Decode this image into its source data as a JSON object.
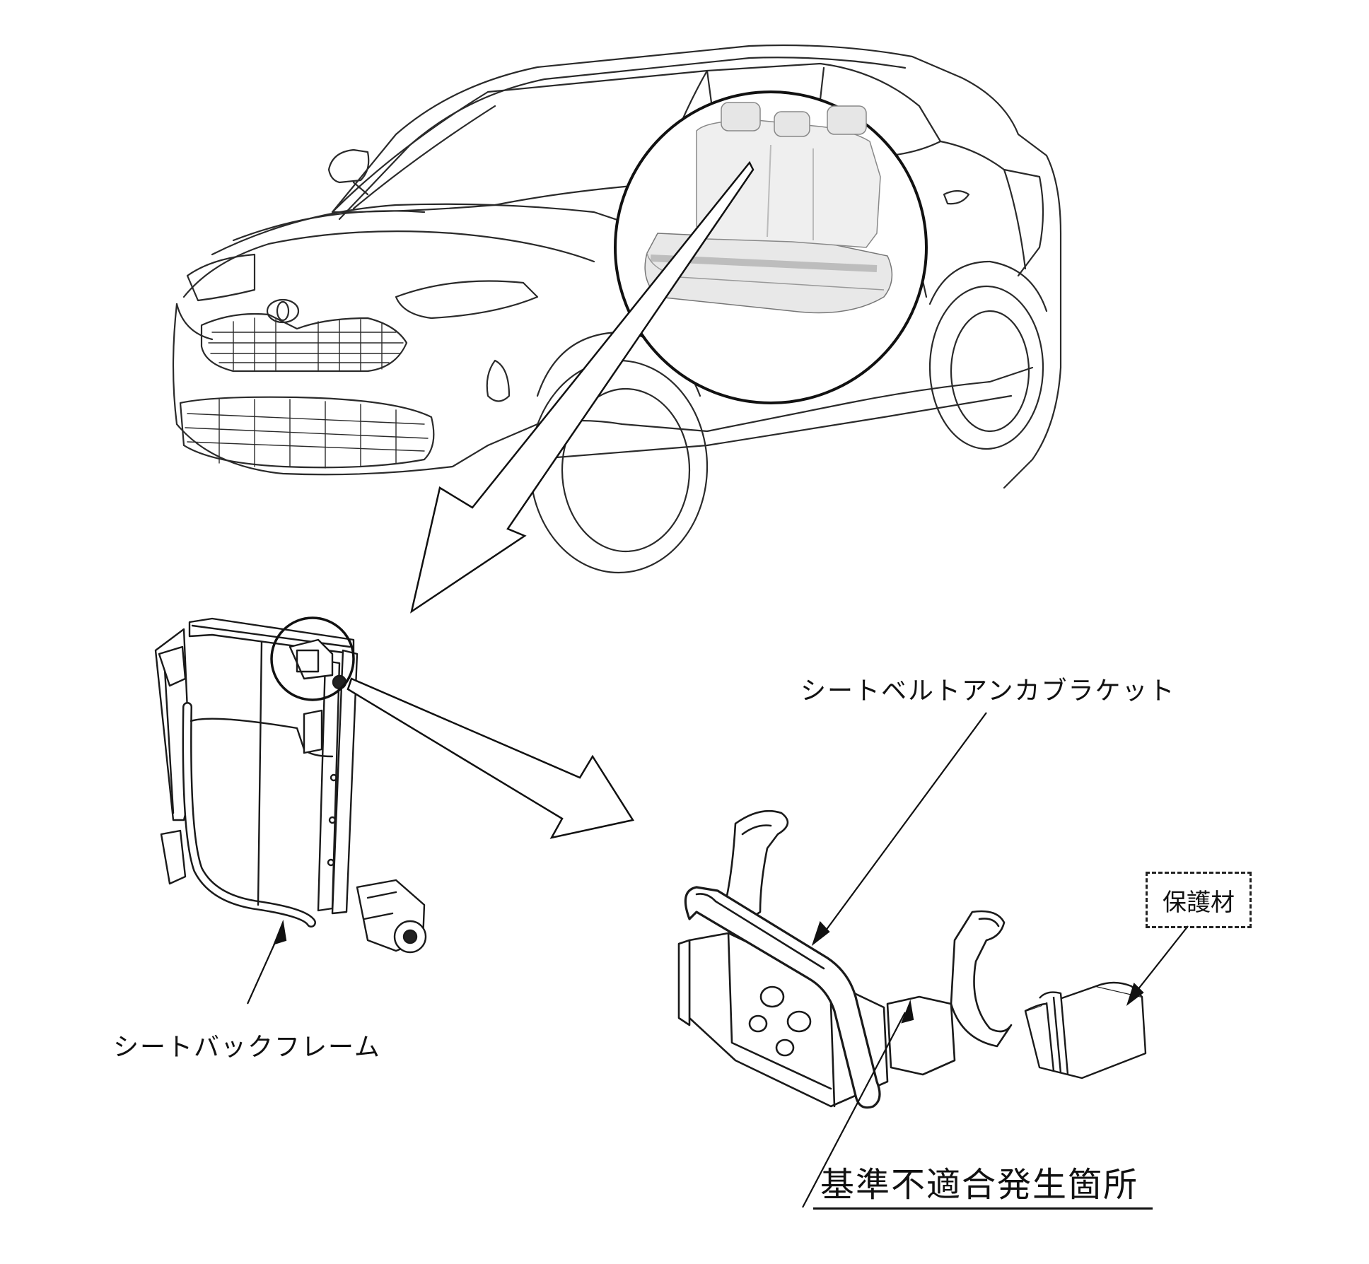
{
  "labels": {
    "seatbelt_anchor_bracket": "シートベルトアンカブラケット",
    "seatback_frame": "シートバックフレーム",
    "protective_material": "保護材",
    "defect_location": "基準不適合発生箇所"
  },
  "colors": {
    "line": "#2a2a2a",
    "seat_fill": "#e6e6e6",
    "seat_shade": "#cfcfcf"
  }
}
